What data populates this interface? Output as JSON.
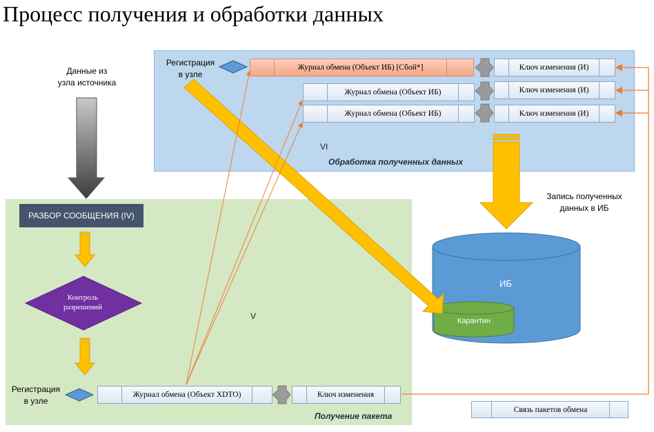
{
  "title": "Процесс получения и обработки данных",
  "source_data_label": "Данные из\nузла источника",
  "zones": {
    "processing": {
      "caption": "Обработка полученных данных",
      "roman": "VI"
    },
    "receiving": {
      "caption": "Получение пакета",
      "roman": "V"
    }
  },
  "registration_label": "Регистрация\nв узле",
  "processing_rows": [
    {
      "journal": "Журнал обмена (Объект ИБ) [Сбой*]",
      "key": "Ключ изменения (И)",
      "status": "fail"
    },
    {
      "journal": "Журнал обмена (Объект ИБ)",
      "key": "Ключ изменения (И)",
      "status": "ok"
    },
    {
      "journal": "Журнал обмена (Объект ИБ)",
      "key": "Ключ изменения (И)",
      "status": "ok"
    }
  ],
  "parse_step": "РАЗБОР СООБЩЕНИЯ (IV)",
  "permission_check": "Контроль\nразрешений",
  "receiving_row": {
    "journal": "Журнал обмена (Объект XDTO)",
    "key": "Ключ изменения"
  },
  "write_label": "Запись полученных\nданных в ИБ",
  "database": {
    "label": "ИБ",
    "quarantine": "Карантин"
  },
  "packet_link": "Связь пакетов обмена",
  "colors": {
    "processing_zone": "#bdd7ee",
    "receiving_zone": "#d5e8c4",
    "gold_arrow": "#ffc000",
    "orange_line": "#ed7d31",
    "db_blue": "#5b9bd5",
    "quarantine_green": "#70ad47",
    "diamond_purple": "#7030a0",
    "parse_box": "#44546a"
  }
}
